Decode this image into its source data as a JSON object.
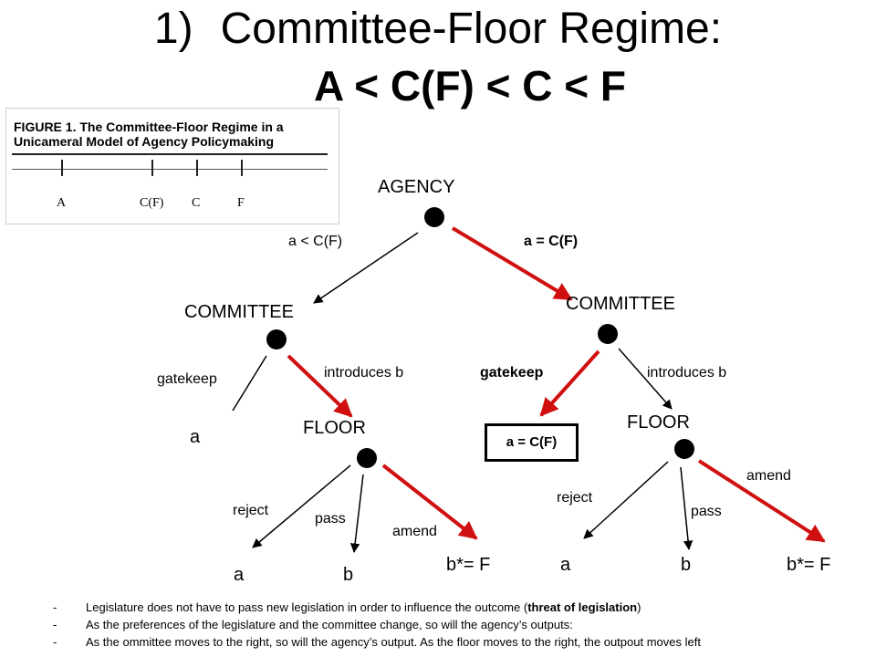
{
  "title": {
    "number": "1)",
    "line1": "Committee-Floor Regime:",
    "line2": "A < C(F) < C < F"
  },
  "figure": {
    "caption_line1": "FIGURE 1.   The Committee-Floor Regime in a",
    "caption_line2": "Unicameral Model of Agency Policymaking",
    "points": [
      "A",
      "C(F)",
      "C",
      "F"
    ]
  },
  "tree": {
    "agency": "AGENCY",
    "edge_left": "a < C(F)",
    "edge_right": "a = C(F)",
    "left": {
      "committee": "COMMITTEE",
      "gatekeep": "gatekeep",
      "introduces": "introduces b",
      "gatekeep_outcome": "a",
      "floor": "FLOOR",
      "reject": "reject",
      "pass": "pass",
      "amend": "amend",
      "reject_outcome": "a",
      "pass_outcome": "b",
      "amend_outcome": "b*= F"
    },
    "right": {
      "committee": "COMMITTEE",
      "gatekeep": "gatekeep",
      "introduces": "introduces b",
      "gatekeep_outcome": "a = C(F)",
      "floor": "FLOOR",
      "reject": "reject",
      "pass": "pass",
      "amend": "amend",
      "reject_outcome": "a",
      "pass_outcome": "b",
      "amend_outcome": "b*= F"
    }
  },
  "bullets": [
    {
      "dash": "-",
      "text": "Legislature does not have to pass new legislation in order to influence the outcome (",
      "bold": "threat of legislation",
      "end": ")"
    },
    {
      "dash": "-",
      "text": "As the preferences of the legislature and the committee change, so will the agency’s outputs:",
      "bold": "",
      "end": ""
    },
    {
      "dash": "-",
      "text": "As the ommittee moves to the right, so will the agency’s output. As the floor moves to the right, the outpout moves left",
      "bold": "",
      "end": ""
    }
  ],
  "colors": {
    "highlight_edge": "#d01010",
    "normal_edge": "#000000",
    "node": "#000000"
  }
}
